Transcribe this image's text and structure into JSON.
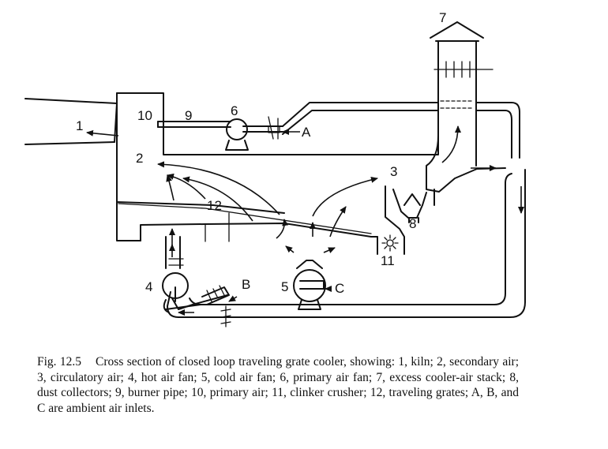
{
  "labels": {
    "n1": "1",
    "n2": "2",
    "n3": "3",
    "n4": "4",
    "n5": "5",
    "n6": "6",
    "n7": "7",
    "n8": "8",
    "n9": "9",
    "n10": "10",
    "n11": "11",
    "n12": "12",
    "A": "A",
    "B": "B",
    "C": "C"
  },
  "caption": {
    "number": "Fig. 12.5",
    "text": "Cross section of closed loop traveling grate cooler, showing: 1, kiln; 2, secondary air; 3, circulatory air; 4, hot air fan; 5, cold air fan; 6, primary air fan; 7, excess cooler-air stack; 8, dust collectors; 9, burner pipe; 10, primary air; 11, clinker crusher; 12, traveling grates; A, B, and C are ambient air inlets."
  }
}
